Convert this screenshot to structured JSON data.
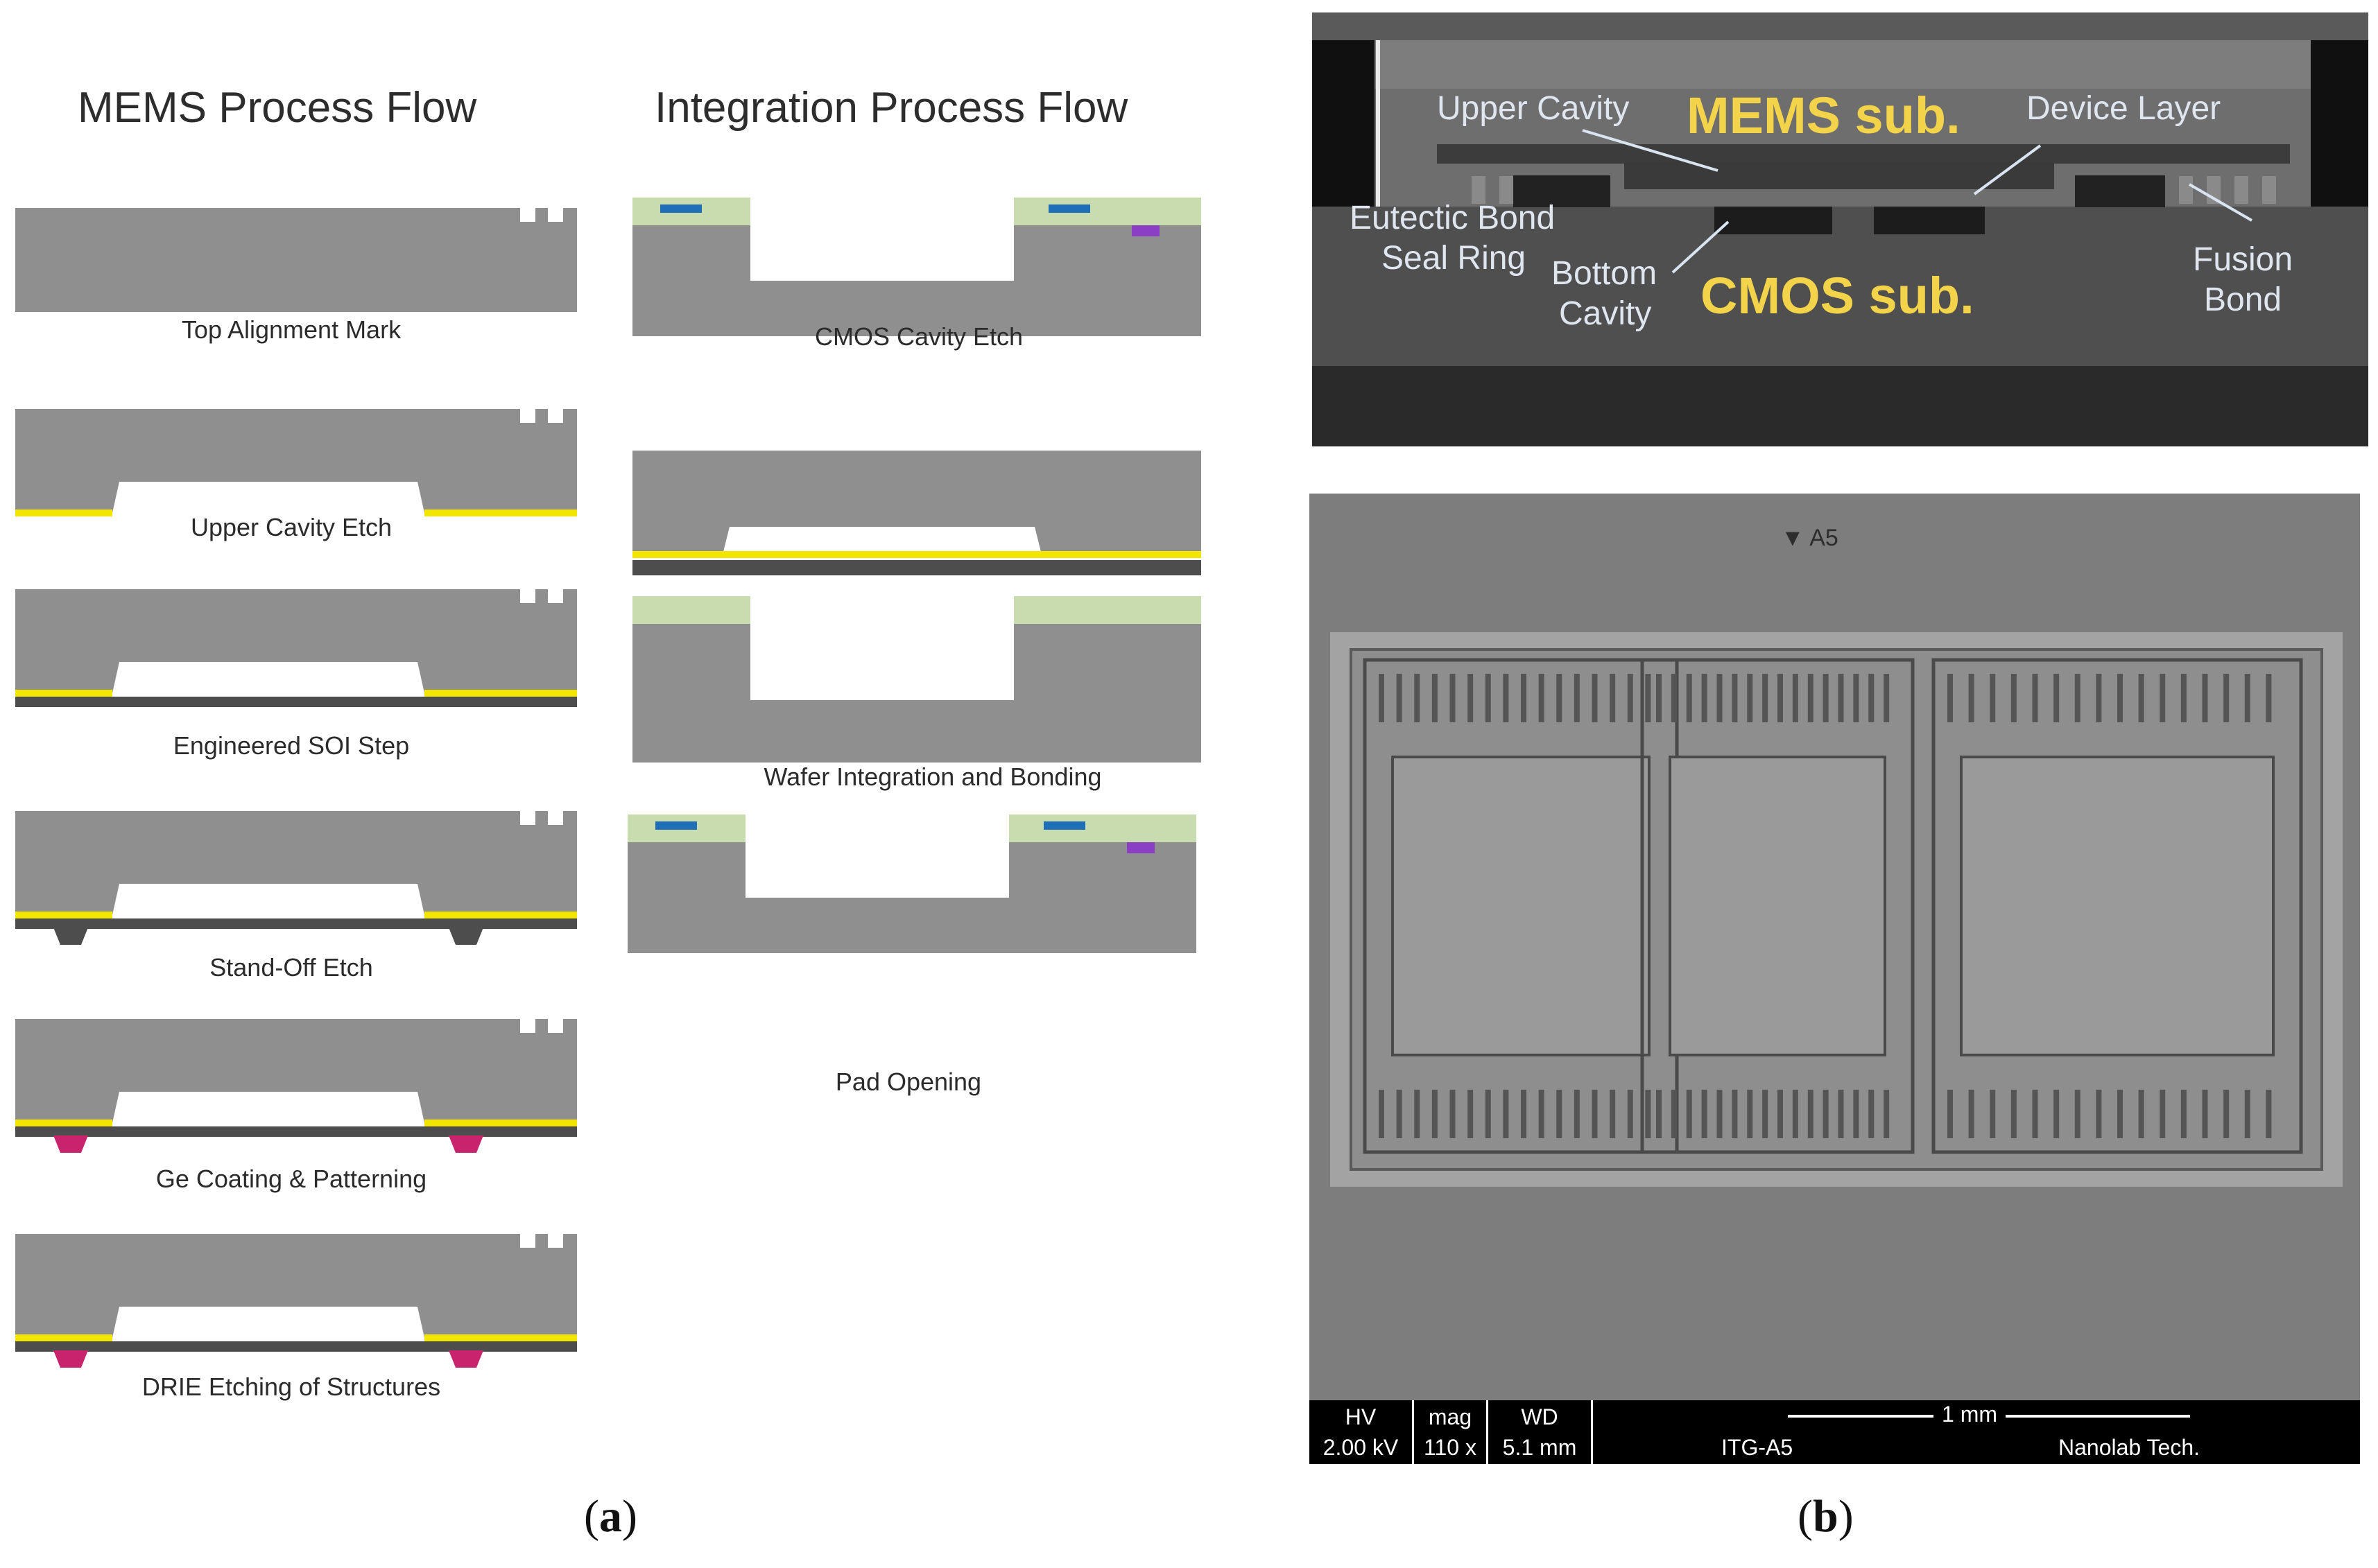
{
  "panel_a": {
    "mems_title": "MEMS Process Flow",
    "integration_title": "Integration Process Flow",
    "mems_steps": [
      "Top Alignment Mark",
      "Upper Cavity Etch",
      "Engineered SOI Step",
      "Stand-Off Etch",
      "Ge Coating  & Patterning",
      "DRIE Etching of Structures"
    ],
    "integration_steps": [
      "CMOS Cavity Etch",
      "Wafer Integration and Bonding",
      "Pad Opening"
    ],
    "colors": {
      "silicon": "#8f8f8f",
      "device_layer": "#4d4d4d",
      "oxide": "#f2e600",
      "germanium": "#c8246e",
      "cmos_dielectric": "#c9dcb0",
      "metal": "#1f6fb8",
      "pad": "#8b3fc4",
      "pad_light": "#a9cfe6"
    }
  },
  "panel_b": {
    "cross_section": {
      "mems_sub": "MEMS sub.",
      "cmos_sub": "CMOS sub.",
      "upper_cavity": "Upper Cavity",
      "device_layer": "Device Layer",
      "eutectic_bond_line1": "Eutectic Bond",
      "eutectic_bond_line2": "Seal Ring",
      "bottom_cavity_line1": "Bottom",
      "bottom_cavity_line2": "Cavity",
      "fusion_bond_line1": "Fusion",
      "fusion_bond_line2": "Bond"
    },
    "sem": {
      "marker": "▼ A5",
      "hv_label": "HV",
      "hv_value": "2.00 kV",
      "mag_label": "mag",
      "mag_value": "110 x",
      "wd_label": "WD",
      "wd_value": "5.1 mm",
      "scale": "1 mm",
      "sample": "ITG-A5",
      "lab": "Nanolab Tech."
    }
  },
  "captions": {
    "a": "a",
    "b": "b",
    "open": "(",
    "close": ")"
  }
}
